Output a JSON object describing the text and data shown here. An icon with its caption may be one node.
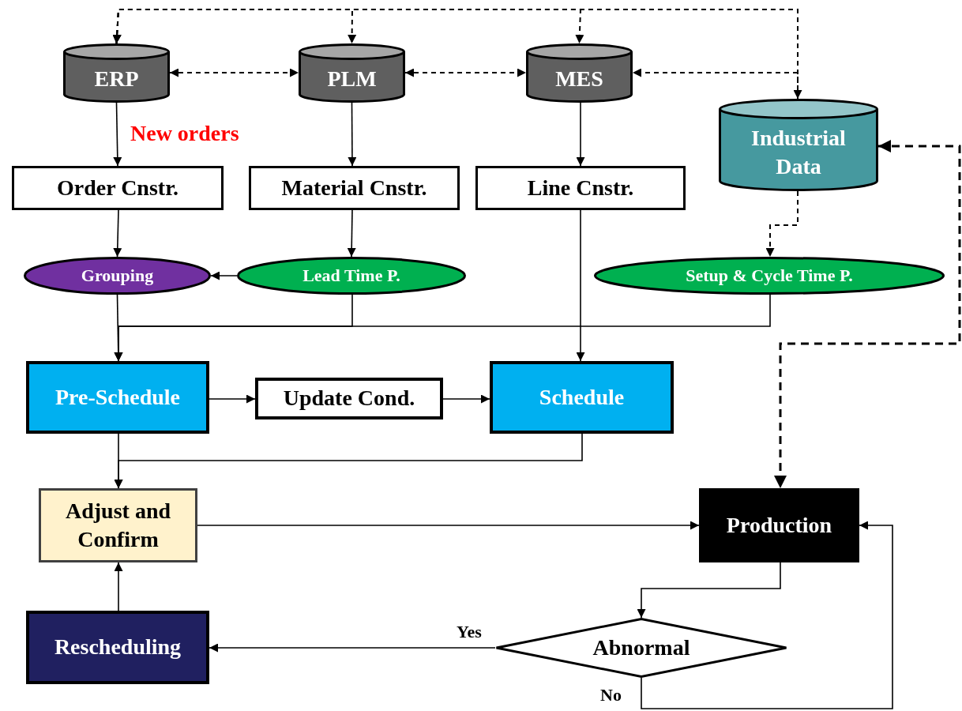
{
  "diagram": {
    "nodes": [
      {
        "text": [
          "ERP"
        ]
      },
      {
        "text": [
          "PLM"
        ]
      },
      {
        "text": [
          "MES"
        ]
      },
      {
        "text": [
          "Industrial Data"
        ]
      },
      {
        "text": [
          "Order Cnstr."
        ]
      },
      {
        "text": [
          "Material Cnstr."
        ]
      },
      {
        "text": [
          "Line Cnstr."
        ]
      },
      {
        "text": [
          "Grouping"
        ]
      },
      {
        "text": [
          "Lead Time P."
        ]
      },
      {
        "text": [
          "Setup & Cycle Time P."
        ]
      },
      {
        "text": [
          "Pre-Schedule"
        ]
      },
      {
        "text": [
          "Update Cond."
        ]
      },
      {
        "text": [
          "Schedule"
        ]
      },
      {
        "text": [
          "Adjust and Confirm"
        ]
      },
      {
        "text": [
          "Production"
        ]
      },
      {
        "text": [
          "Rescheduling"
        ]
      },
      {
        "text": [
          "Abnormal"
        ]
      }
    ],
    "edges": [
      {
        "from": 0,
        "to": 1,
        "arrow": "both",
        "style": "dashed"
      },
      {
        "from": 0,
        "to": 2,
        "arrow": "both",
        "style": "dashed"
      },
      {
        "from": 0,
        "to": 3,
        "arrow": "both",
        "style": "dashed"
      },
      {
        "from": 0,
        "to": 1,
        "arrow": "both",
        "style": "dashed"
      },
      {
        "from": 1,
        "to": 2,
        "arrow": "both",
        "style": "dashed"
      },
      {
        "from": 3,
        "to": 2,
        "arrow": "to",
        "style": "dashed"
      },
      {
        "from": 0,
        "to": 4,
        "arrow": "to",
        "label": "New orders"
      },
      {
        "from": 1,
        "to": 5,
        "arrow": "to"
      },
      {
        "from": 2,
        "to": 6,
        "arrow": "to"
      },
      {
        "from": 4,
        "to": 7,
        "arrow": "to"
      },
      {
        "from": 5,
        "to": 8,
        "arrow": "to"
      },
      {
        "from": 8,
        "to": 7,
        "arrow": "to"
      },
      {
        "from": 3,
        "to": 9,
        "arrow": "to",
        "style": "dashed"
      },
      {
        "from": 7,
        "to": 10,
        "arrow": "to"
      },
      {
        "from": 8,
        "to": 10,
        "arrow": "to"
      },
      {
        "from": 9,
        "to": 10,
        "arrow": "to"
      },
      {
        "from": 6,
        "to": 12,
        "arrow": "to"
      },
      {
        "from": 10,
        "to": 11,
        "arrow": "to"
      },
      {
        "from": 11,
        "to": 12,
        "arrow": "to"
      },
      {
        "from": 10,
        "to": 13,
        "arrow": "to"
      },
      {
        "from": 12,
        "to": 13,
        "arrow": "to"
      },
      {
        "from": 13,
        "to": 14,
        "arrow": "to"
      },
      {
        "from": 14,
        "to": 16,
        "arrow": "to"
      },
      {
        "from": 16,
        "to": 15,
        "arrow": "to",
        "label": "Yes"
      },
      {
        "from": 16,
        "to": 14,
        "arrow": "to",
        "label": "No"
      },
      {
        "from": 15,
        "to": 13,
        "arrow": "to"
      },
      {
        "from": 3,
        "to": 14,
        "arrow": "both",
        "style": "dashed"
      }
    ]
  }
}
